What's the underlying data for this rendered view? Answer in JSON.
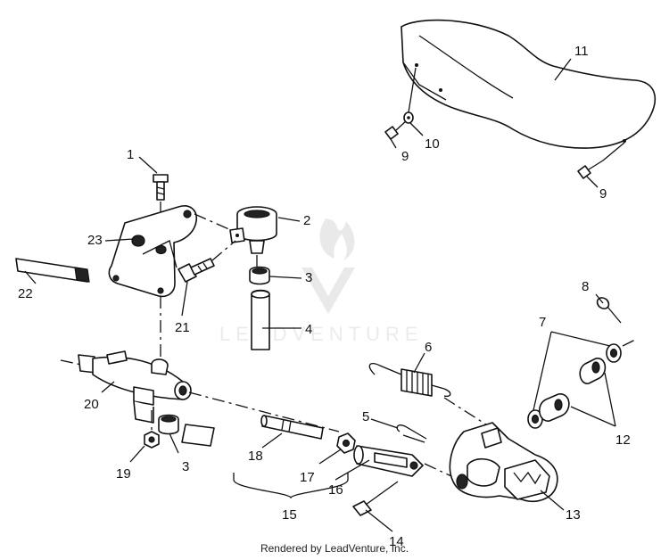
{
  "watermark": {
    "brand": "LEADVENTURE"
  },
  "footer": {
    "credit": "Rendered by LeadVenture, Inc."
  },
  "callouts": [
    "1",
    "2",
    "3",
    "3",
    "4",
    "5",
    "6",
    "7",
    "8",
    "9",
    "9",
    "10",
    "11",
    "12",
    "13",
    "14",
    "15",
    "16",
    "17",
    "18",
    "19",
    "20",
    "21",
    "22",
    "23"
  ]
}
